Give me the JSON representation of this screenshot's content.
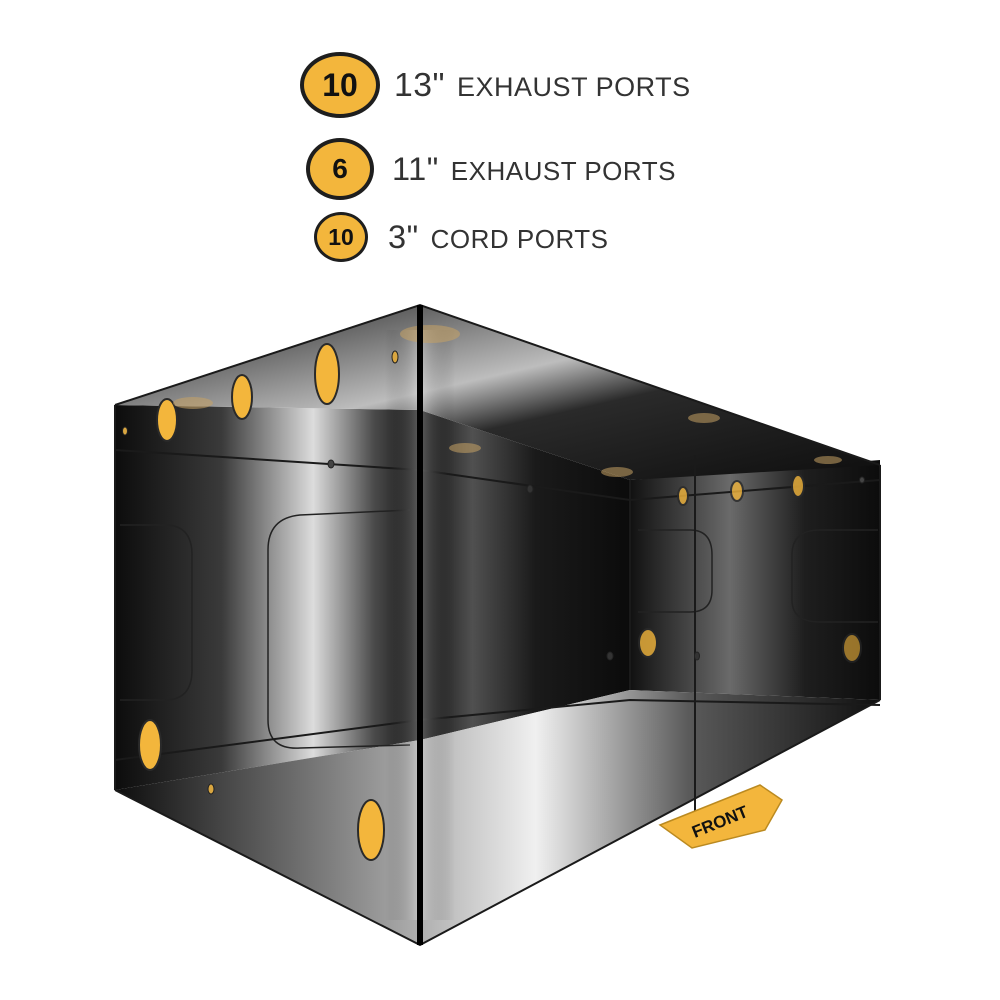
{
  "legend": [
    {
      "count": "10",
      "size": "13\"",
      "label": "EXHAUST PORTS"
    },
    {
      "count": "6",
      "size": "11\"",
      "label": "EXHAUST PORTS"
    },
    {
      "count": "10",
      "size": "3\"",
      "label": "CORD PORTS"
    }
  ],
  "front_label": "FRONT",
  "colors": {
    "port_fill": "#f3b63c",
    "badge_border": "#1e1e1e",
    "tent_dark": "#111111",
    "tent_light": "#e8e8e8"
  }
}
